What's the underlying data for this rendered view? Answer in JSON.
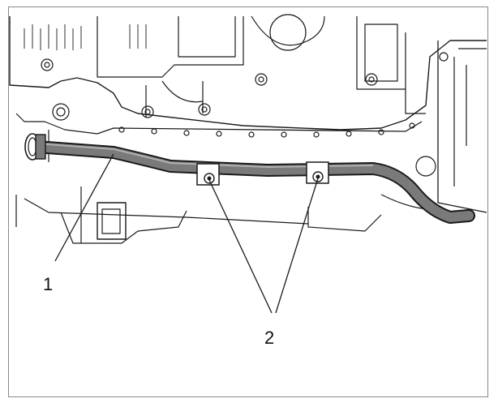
{
  "figure": {
    "callouts": [
      {
        "id": "1",
        "label": "1",
        "part": "pipe"
      },
      {
        "id": "2",
        "label": "2",
        "part": "bracket-bolts"
      }
    ]
  },
  "colors": {
    "line": "#1a1a1a",
    "pipe_fill": "#7a7a7a",
    "engine_fill": "#ffffff",
    "frame_border": "#8a8a8a"
  }
}
